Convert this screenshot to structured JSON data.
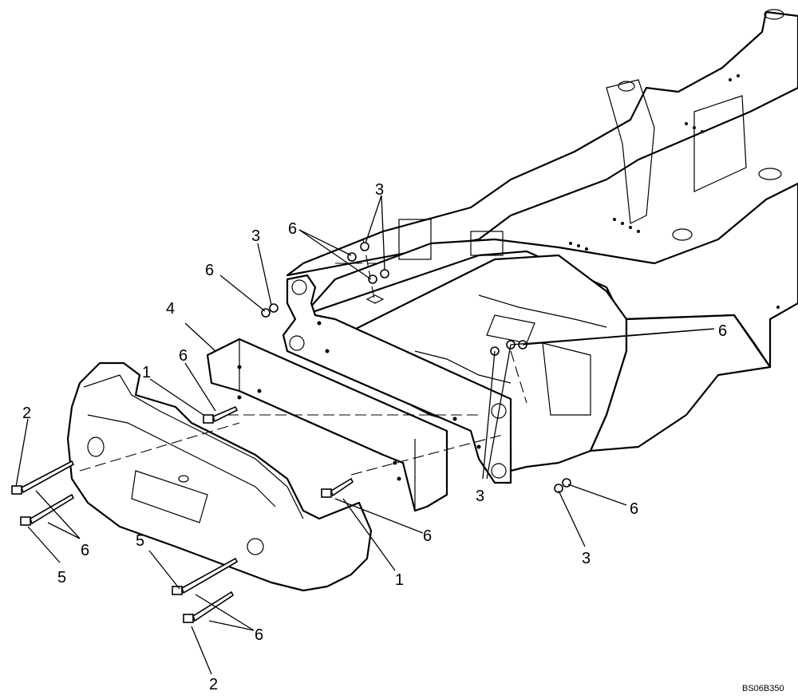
{
  "callouts": {
    "c1a": "1",
    "c1b": "1",
    "c2a": "2",
    "c2b": "2",
    "c3a": "3",
    "c3b": "3",
    "c3c": "3",
    "c3d": "3",
    "c4": "4",
    "c5a": "5",
    "c5b": "5",
    "c6a": "6",
    "c6b": "6",
    "c6c": "6",
    "c6d": "6",
    "c6e": "6",
    "c6f": "6",
    "c6g": "6",
    "c6h": "6"
  },
  "drawing_code": "BS06B350"
}
